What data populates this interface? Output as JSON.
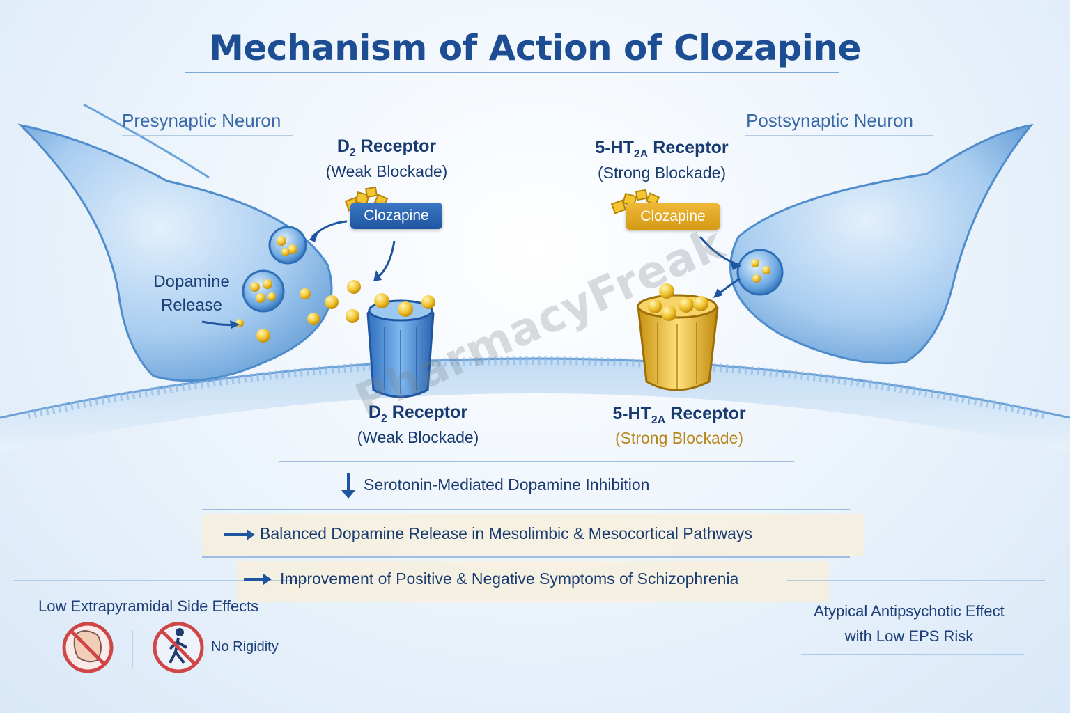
{
  "title": "Mechanism of Action of Clozapine",
  "watermark": "PharmacyFreak",
  "presynaptic": {
    "label": "Presynaptic Neuron",
    "release_line1": "Dopamine",
    "release_line2": "Release"
  },
  "postsynaptic": {
    "label": "Postsynaptic Neuron"
  },
  "d2_top": {
    "name": "D",
    "sub": "2",
    "suffix": " Receptor",
    "note": "(Weak Blockade)",
    "drug": "Clozapine"
  },
  "ht_top": {
    "prefix": "5-HT",
    "sub": "2A",
    "suffix": " Receptor",
    "note": "(Strong Blockade)",
    "drug": "Clozapine"
  },
  "d2_bottom": {
    "name": "D",
    "sub": "2",
    "suffix": " Receptor",
    "note": "(Weak Blockade)"
  },
  "ht_bottom": {
    "prefix": "5-HT",
    "sub": "2A",
    "suffix": " Receptor",
    "note": "(Strong Blockade)"
  },
  "flow": {
    "line1": "Serotonin-Mediated Dopamine Inhibition",
    "line2": "Balanced Dopamine Release in Mesolimbic & Mesocortical Pathways",
    "line3": "Improvement of Positive & Negative Symptoms of Schizophrenia"
  },
  "side_effects": {
    "heading": "Low Extrapyramidal Side Effects",
    "no_rigidity": "No Rigidity"
  },
  "effect": {
    "line1": "Atypical Antipsychotic Effect",
    "line2": "with Low EPS Risk"
  },
  "colors": {
    "blue": "#1f55a0",
    "gold": "#d49a14",
    "navy": "#1d4d92"
  }
}
